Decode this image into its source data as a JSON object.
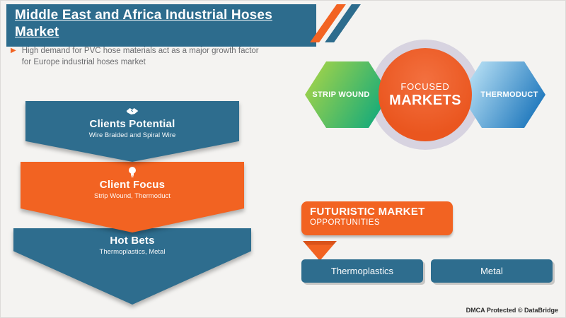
{
  "header": {
    "title": "Middle East and Africa Industrial Hoses Market",
    "subtitle_line1": "High demand for PVC hose materials act as a major growth factor",
    "subtitle_line2": "for Europe industrial hoses market"
  },
  "funnel": {
    "layers": [
      {
        "title": "Clients Potential",
        "subtitle": "Wire Braided and Spiral Wire",
        "icon": "handshake-icon",
        "color": "#2e6d8e"
      },
      {
        "title": "Client Focus",
        "subtitle": "Strip Wound, Thermoduct",
        "icon": "bulb-icon",
        "color": "#f26322"
      },
      {
        "title": "Hot Bets",
        "subtitle": "Thermoplastics, Metal",
        "icon": "",
        "color": "#2e6d8e"
      }
    ]
  },
  "focused": {
    "center_line1": "FOCUSED",
    "center_line2": "MARKETS",
    "left_hex": "STRIP WOUND",
    "right_hex": "THERMODUCT"
  },
  "opportunities": {
    "title_line1": "FUTURISTIC MARKET",
    "title_line2": "OPPORTUNITIES",
    "buttons": [
      "Thermoplastics",
      "Metal"
    ]
  },
  "footer": {
    "dmca": "DMCA Protected © DataBridge"
  },
  "colors": {
    "teal": "#2e6d8e",
    "orange": "#f26322",
    "ring": "#d7d3e0",
    "green_hex_start": "#9ed24b",
    "green_hex_end": "#0aa77e",
    "blue_hex_start": "#c3e8f9",
    "blue_hex_end": "#1b75bb"
  }
}
